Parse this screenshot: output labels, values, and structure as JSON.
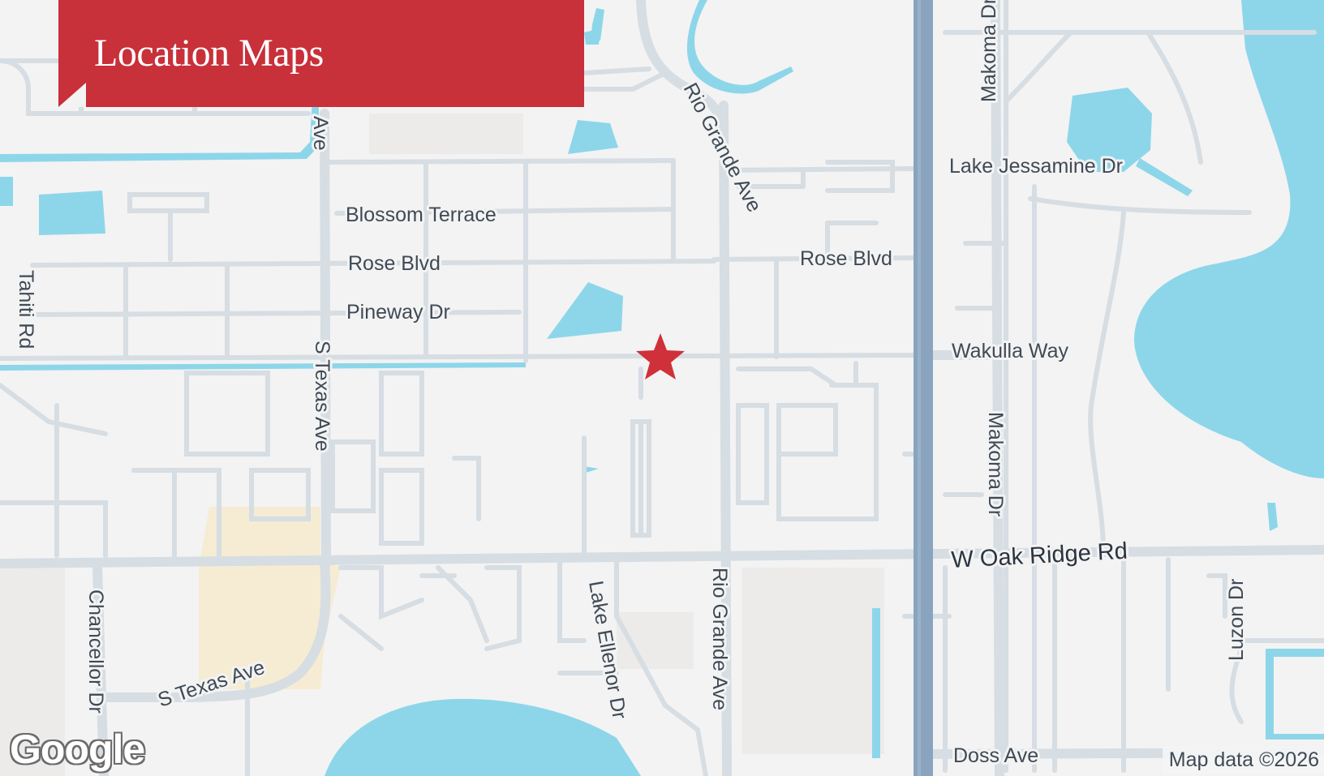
{
  "header": {
    "title": "Location Maps"
  },
  "map": {
    "provider_logo": "Google",
    "attribution": "Map data ©2026",
    "marker_icon": "star-icon",
    "colors": {
      "water": "#8dd6ea",
      "land": "#f3f3f3",
      "road": "#d6dde3",
      "highway": "#8aa4bf",
      "marker": "#d0303a",
      "banner": "#c8303a",
      "sand": "#f5ecd3"
    },
    "labels": {
      "blossom_terrace": "Blossom Terrace",
      "rose_blvd_west": "Rose Blvd",
      "rose_blvd_east": "Rose Blvd",
      "pineway_dr": "Pineway Dr",
      "tahiti_rd": "Tahiti Rd",
      "s_texas_ave_north": "Ave",
      "s_texas_ave": "S Texas Ave",
      "s_texas_ave_south": "S Texas Ave",
      "rio_grande_ave_north": "Rio Grande Ave",
      "rio_grande_ave_south": "Rio Grande Ave",
      "lake_jessamine_dr": "Lake Jessamine Dr",
      "wakulla_way": "Wakulla Way",
      "makoma_dr_north": "Makoma Dr",
      "makoma_dr": "Makoma Dr",
      "w_oak_ridge_rd": "W Oak Ridge Rd",
      "lake_ellenor_dr": "Lake Ellenor Dr",
      "chancellor_dr": "Chancellor Dr",
      "luzon_dr": "Luzon Dr",
      "doss_ave": "Doss Ave"
    }
  }
}
